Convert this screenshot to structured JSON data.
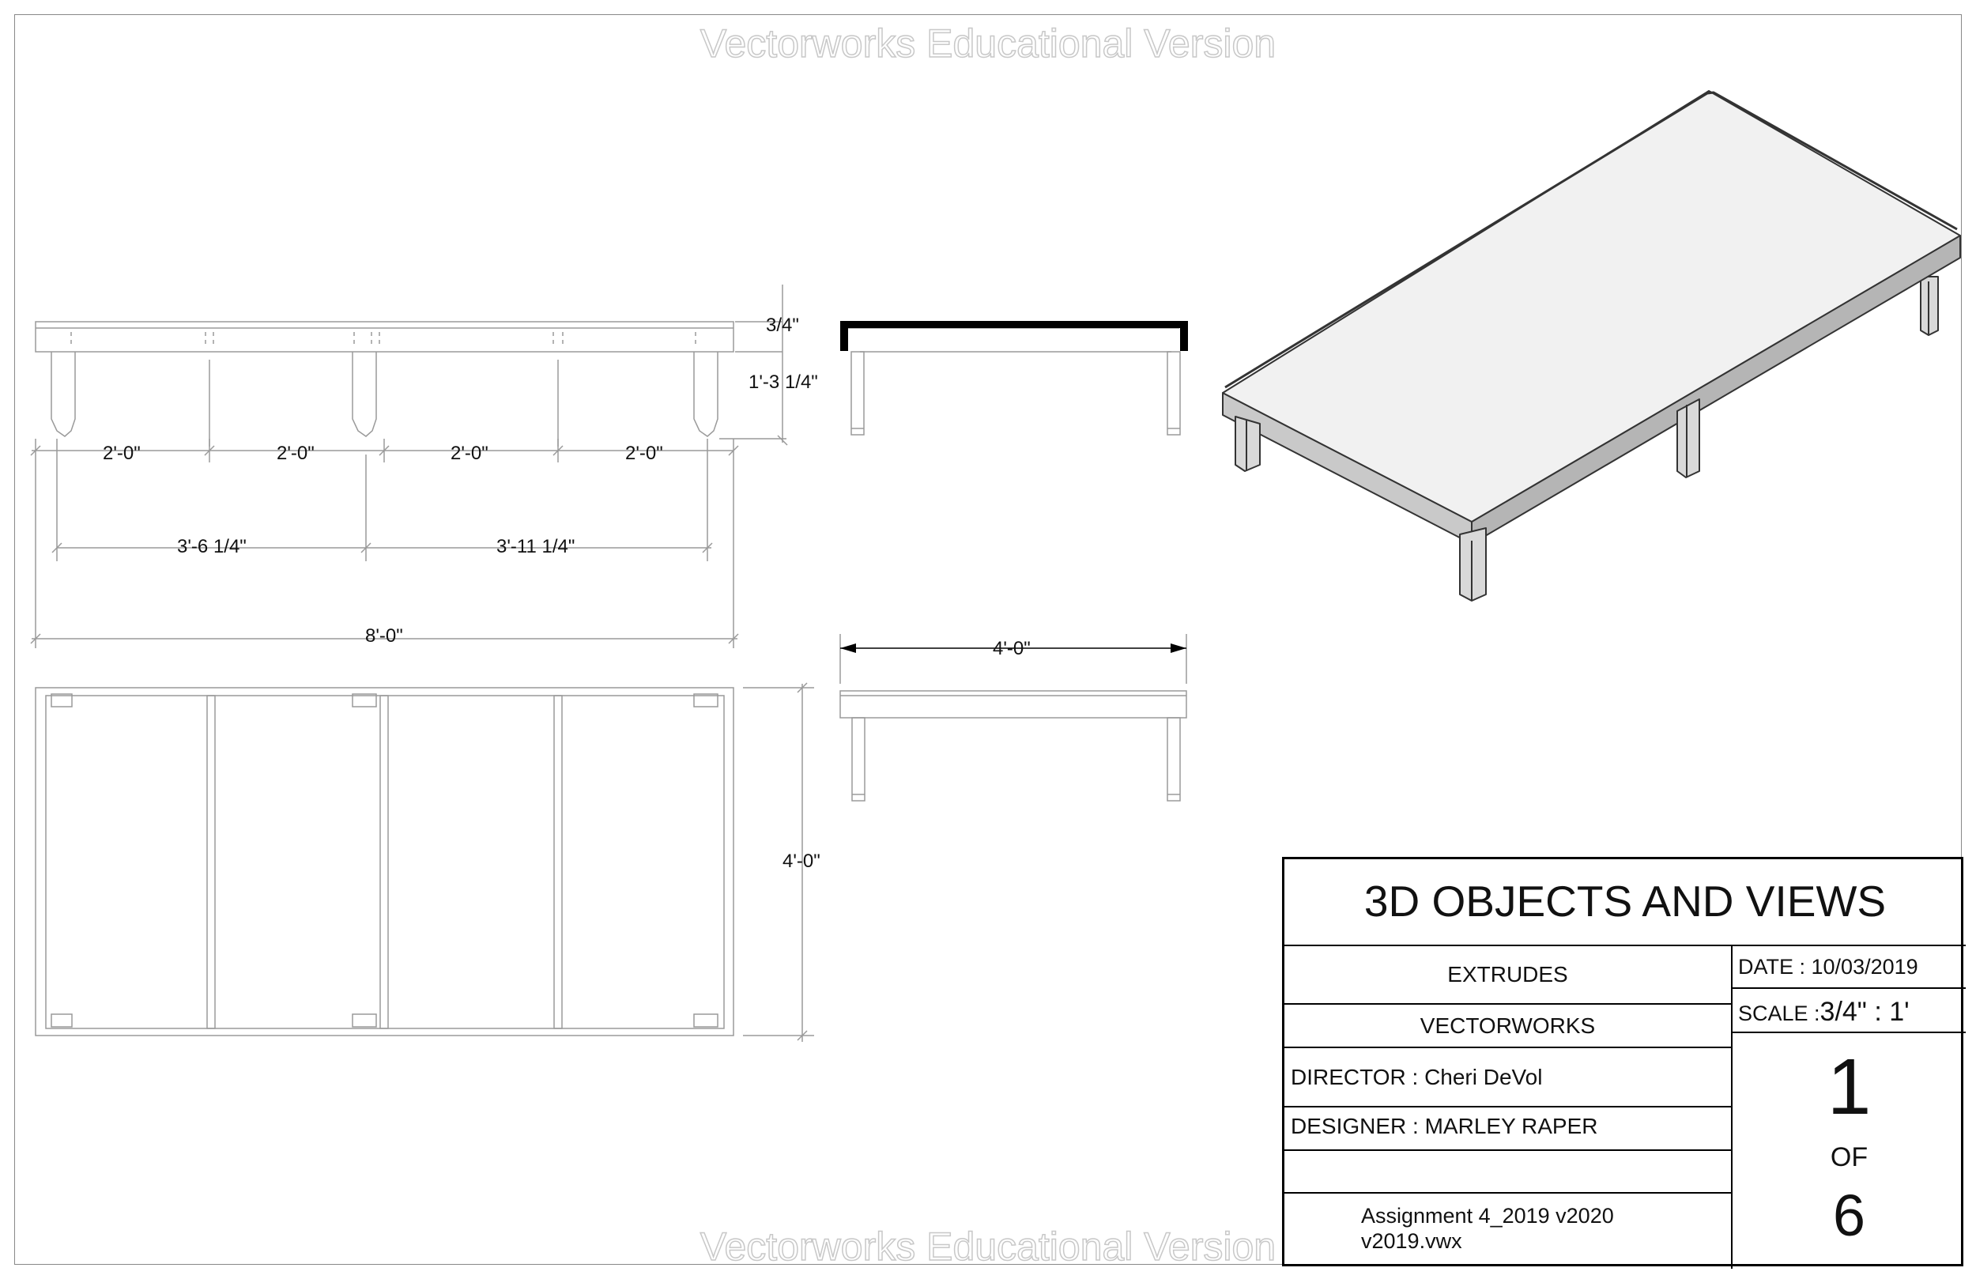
{
  "watermark": {
    "text": "Vectorworks Educational Version"
  },
  "front_view": {
    "top_thickness": "3/4\"",
    "leg_height": "1'-3 1/4\"",
    "spacing_1": "2'-0\"",
    "spacing_2": "2'-0\"",
    "spacing_3": "2'-0\"",
    "spacing_4": "2'-0\"",
    "leg_span_1": "3'-6 1/4\"",
    "leg_span_2": "3'-11 1/4\"",
    "overall_length": "8'-0\""
  },
  "side_view": {
    "overall_width": "4'-0\""
  },
  "top_view": {
    "depth": "4'-0\""
  },
  "title_block": {
    "title": "3D OBJECTS AND VIEWS",
    "subject": "EXTRUDES",
    "software": "VECTORWORKS",
    "date_label": "DATE : ",
    "date_value": "10/03/2019",
    "scale_label": "SCALE :",
    "scale_value": "3/4\" : 1'",
    "director_label": "DIRECTOR : ",
    "director_value": "Cheri DeVol",
    "designer_label": "DESIGNER : ",
    "designer_value": "MARLEY RAPER",
    "filename_line1": "Assignment 4_2019 v2020",
    "filename_line2": "v2019.vwx",
    "sheet_number": "1",
    "sheet_of": "OF",
    "sheet_total": "6"
  }
}
